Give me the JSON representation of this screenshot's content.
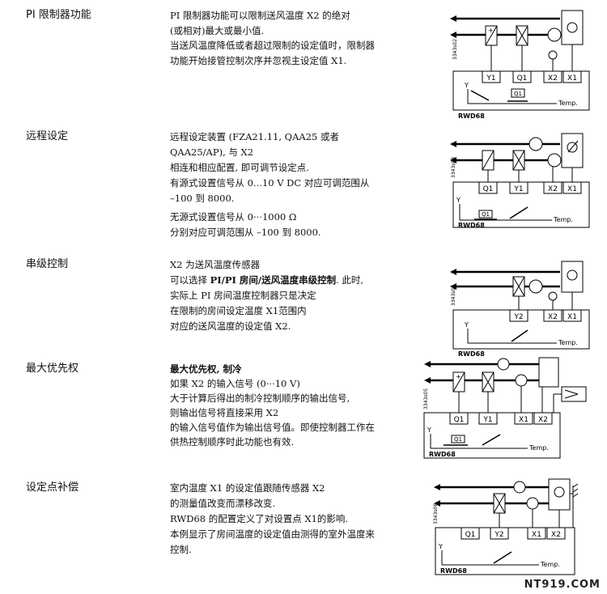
{
  "sections": [
    {
      "title": "PI 限制器功能",
      "lines": [
        "PI 限制器功能可以限制送风温度 X2 的绝对",
        "(或相对)最大或最小值.",
        "当送风温度降低或者超过限制的设定值时，限制器",
        "功能开始接管控制次序并忽视主设定值 X1."
      ],
      "diagram": {
        "code": "3343s02",
        "model": "RWD68",
        "axis_y": "Y",
        "axis_x": "Temp.",
        "boxes": [
          "Y1",
          "Q1",
          "X2",
          "X1"
        ],
        "chart_label": "Q1"
      }
    },
    {
      "title": "远程设定",
      "lines": [
        "远程设定装置 (FZA21.11, QAA25 或者",
        "QAA25/AP),  与 X2",
        "相连和相应配置, 即可调节设定点.",
        "有源式设置信号从 0...10 V DC 对应可调范围从",
        "–100 到 8000.",
        "无源式设置信号从 0···1000 Ω",
        "分别对应可调范围从 –100 到 8000."
      ],
      "diagram": {
        "code": "3343s03",
        "model": "RWD68",
        "axis_y": "Y",
        "axis_x": "Temp.",
        "boxes": [
          "Q1",
          "Y1",
          "X2",
          "X1"
        ],
        "chart_label": "Q1"
      }
    },
    {
      "title": "串级控制",
      "lines": [
        "X2 为送风温度传感器",
        "可以选择 PI/PI 房间/送风温度串级控制.  此时,",
        "实际上 PI 房间温度控制器只是决定",
        "在限制的房间设定温度 X1范围内",
        "对应的送风温度的设定值 X2."
      ],
      "bold_phrase": "PI/PI 房间/送风温度串级控制",
      "diagram": {
        "code": "3343s04",
        "model": "RWD68",
        "axis_y": "Y",
        "axis_x": "Temp.",
        "boxes": [
          "Y2",
          "X2",
          "X1"
        ]
      }
    },
    {
      "title": "最大优先权",
      "heading": "最大优先权, 制冷",
      "lines": [
        "如果 X2 的输入信号 (0···10 V)",
        "大于计算后得出的制冷控制顺序的输出信号,",
        "则输出信号将直接采用 X2",
        "的输入信号值作为输出信号值。即使控制器工作在",
        "供热控制顺序时此功能也有效."
      ],
      "diagram": {
        "code": "3343s05",
        "model": "RWD68",
        "axis_y": "Y",
        "axis_x": "Temp.",
        "boxes": [
          "Q1",
          "Y1",
          "X1",
          "X2"
        ],
        "chart_label": "Q1"
      }
    },
    {
      "title": "设定点补偿",
      "lines": [
        "室内温度 X1 的设定值跟随传感器 X2",
        "的测量值改变而漂移改变.",
        "RWD68 的配置定义了对设置点 X1的影响.",
        "本例显示了房间温度的设定值由测得的室外温度来",
        "控制."
      ],
      "diagram": {
        "code": "3343s06",
        "model": "RWD68",
        "axis_y": "Y",
        "axis_x": "Temp.",
        "boxes": [
          "Q1",
          "Y2",
          "X1",
          "X2"
        ]
      }
    }
  ],
  "watermark": "NT919.COM"
}
